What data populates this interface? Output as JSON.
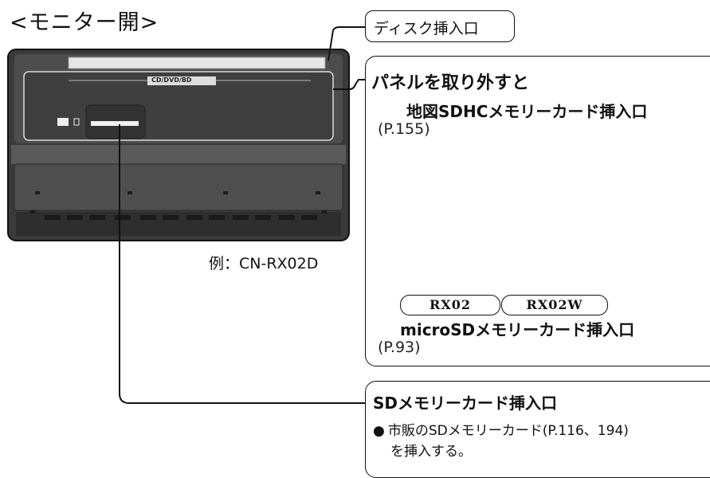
{
  "title": "<モニター開>",
  "example_label": "例：CN-RX02D",
  "disc_slot_label": "ディスク挿入口",
  "disc_panel_text": "CD/DVD/BD",
  "panel_section": {
    "title": "パネルを取り外すと",
    "sdhc_label": "地図SDHCメモリーカード挿入口",
    "sdhc_page": "(P.155)",
    "model_pills": [
      "RX02",
      "RX02W"
    ],
    "microsd_label": "microSDメモリーカード挿入口",
    "microsd_page": "(P.93)"
  },
  "sd_section": {
    "title": "SDメモリーカード挿入口",
    "bullet_line1": "市販のSDメモリーカード(P.116、194)",
    "bullet_line2": "を挿入する。",
    "bullet_symbol": "●"
  },
  "colors": {
    "device_dark": "#2b2b2b",
    "device_mid": "#4a4a4a",
    "device_light": "#8a8a8a",
    "slot_light": "#e8e8e8",
    "line": "#111111"
  }
}
